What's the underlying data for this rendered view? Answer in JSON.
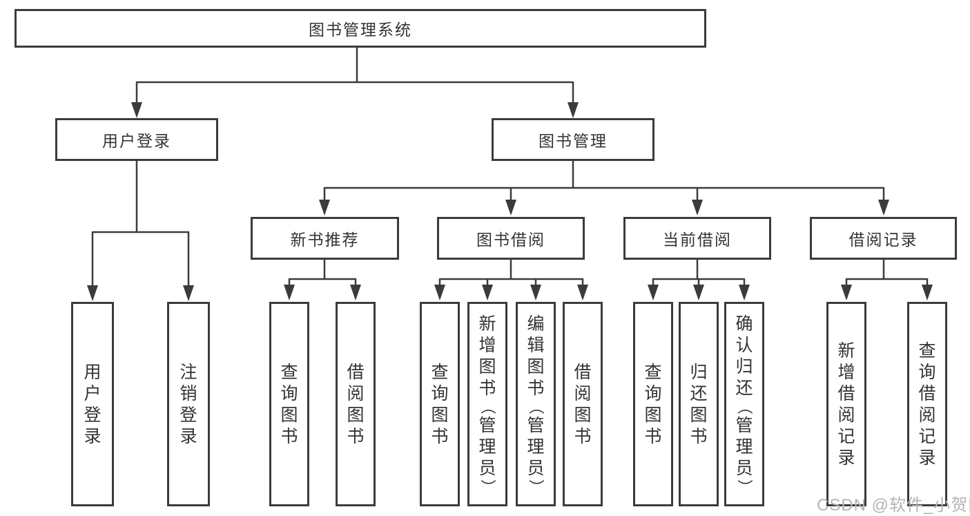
{
  "title": "图书管理系统",
  "watermark": "CSDN @软件_小贺同学",
  "colors": {
    "line": "#3b3b3b",
    "text": "#333333",
    "watermark": "#b4b4b4",
    "background": "#ffffff"
  },
  "tree": {
    "root": {
      "label": "图书管理系统"
    },
    "branches": [
      {
        "label": "用户登录",
        "leaves": [
          "用户登录",
          "注销登录"
        ]
      },
      {
        "label": "图书管理",
        "sections": [
          {
            "label": "新书推荐",
            "leaves": [
              "查询图书",
              "借阅图书"
            ]
          },
          {
            "label": "图书借阅",
            "leaves": [
              "查询图书",
              "新增图书（管理员）",
              "编辑图书（管理员）",
              "借阅图书"
            ]
          },
          {
            "label": "当前借阅",
            "leaves": [
              "查询图书",
              "归还图书",
              "确认归还（管理员）"
            ]
          },
          {
            "label": "借阅记录",
            "leaves": [
              "新增借阅记录",
              "查询借阅记录"
            ]
          }
        ]
      }
    ]
  }
}
